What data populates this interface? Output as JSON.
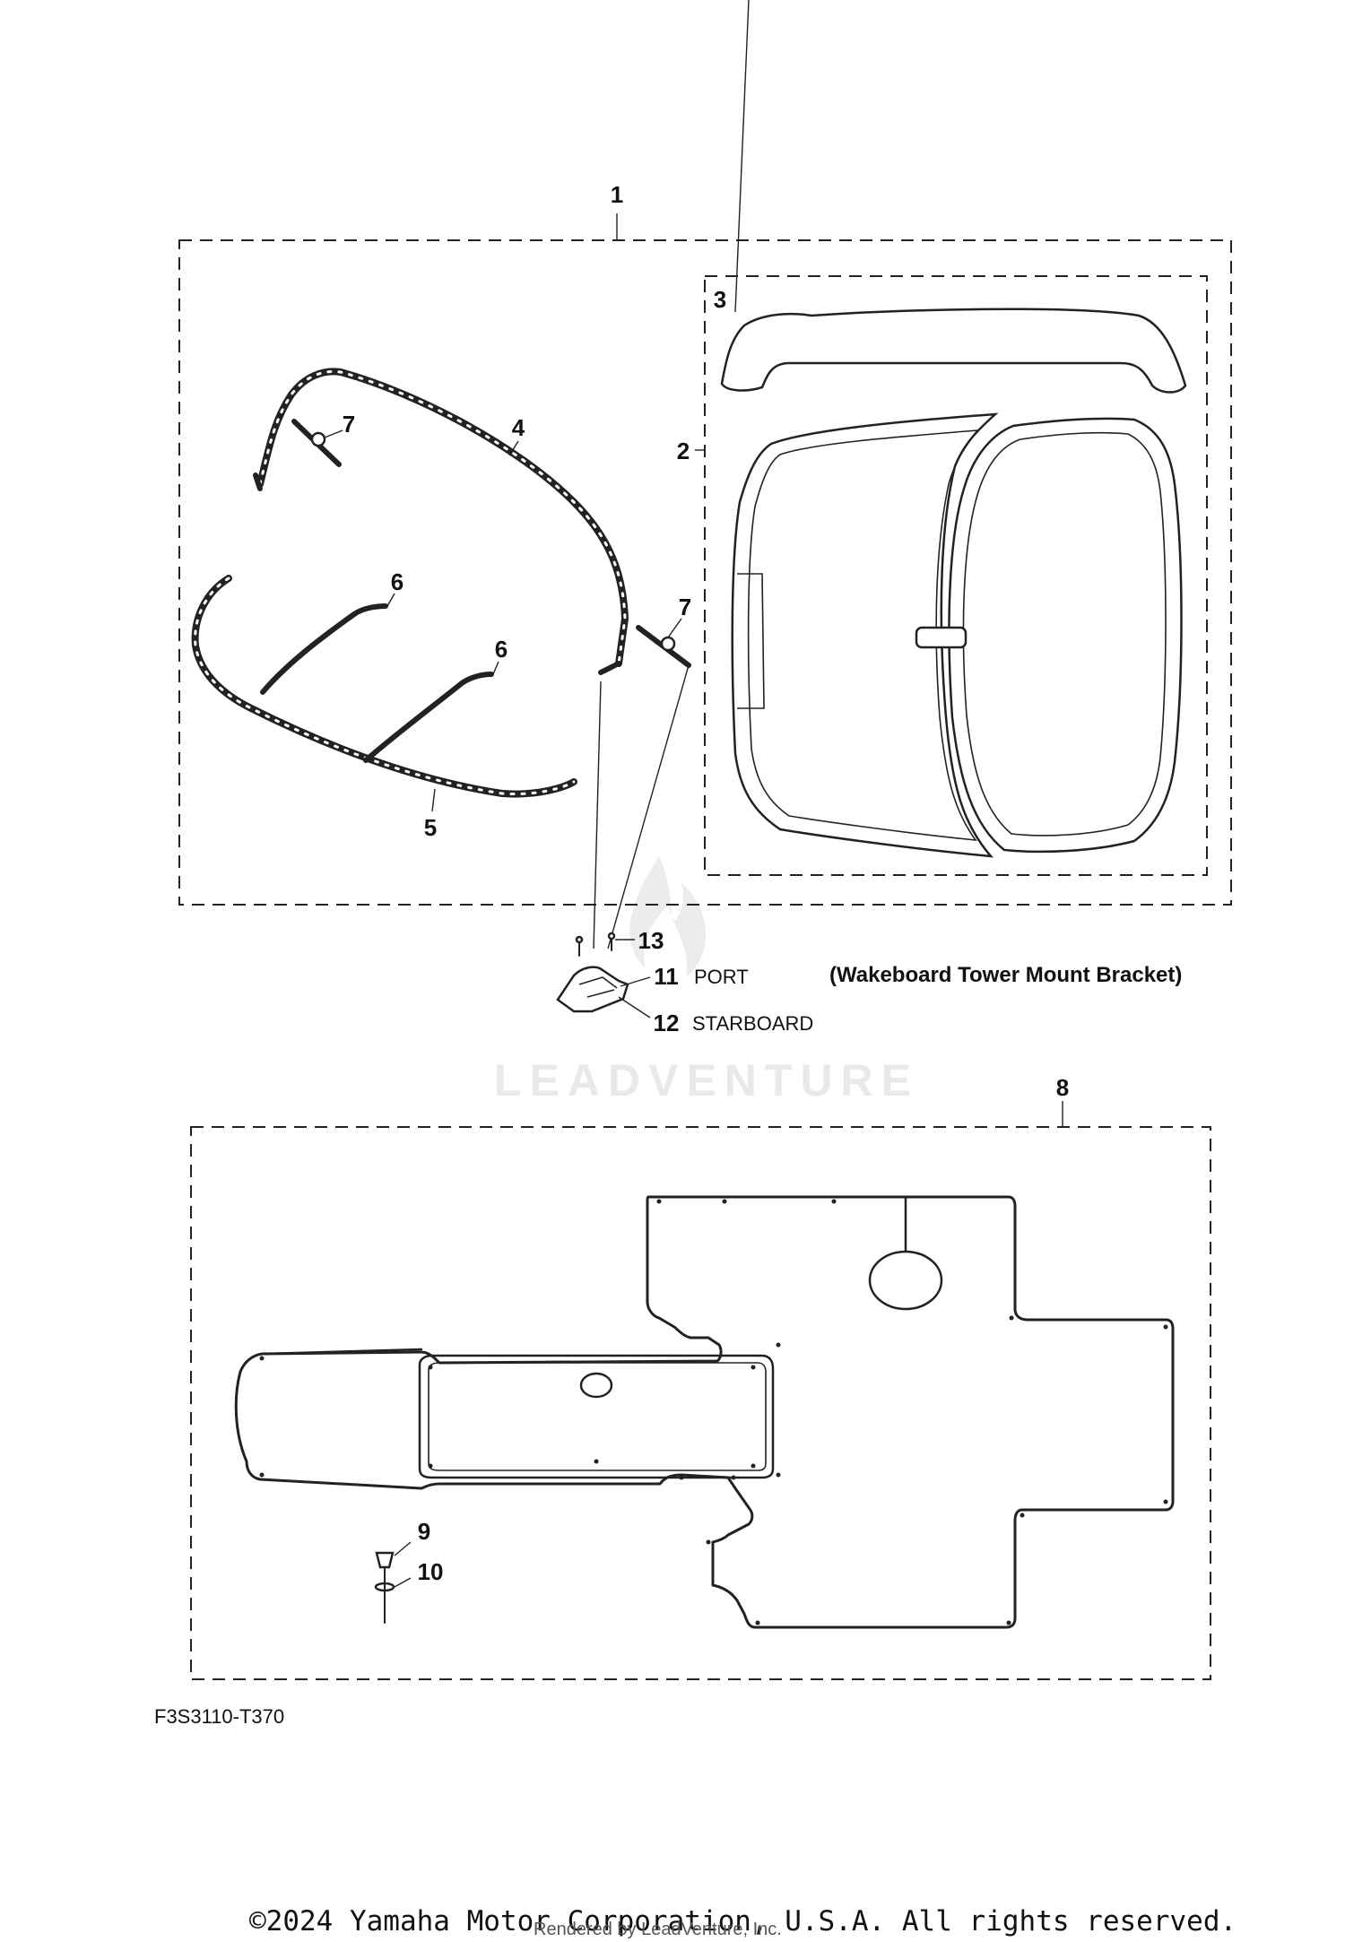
{
  "callouts": {
    "c1": "1",
    "c2": "2",
    "c3": "3",
    "c4": "4",
    "c5": "5",
    "c6a": "6",
    "c6b": "6",
    "c7a": "7",
    "c7b": "7",
    "c8": "8",
    "c9": "9",
    "c10": "10",
    "c11": "11",
    "c12": "12",
    "c13": "13"
  },
  "labels": {
    "port": "PORT",
    "starboard": "STARBOARD",
    "bracket_note": "(Wakeboard Tower Mount Bracket)",
    "figure_code": "F3S3110-T370"
  },
  "watermark": "LEADVENTURE",
  "footer": {
    "copyright": "©2024 Yamaha Motor Corporation, U.S.A. All rights reserved.",
    "rendered_by": "Rendered by LeadVenture, Inc."
  }
}
